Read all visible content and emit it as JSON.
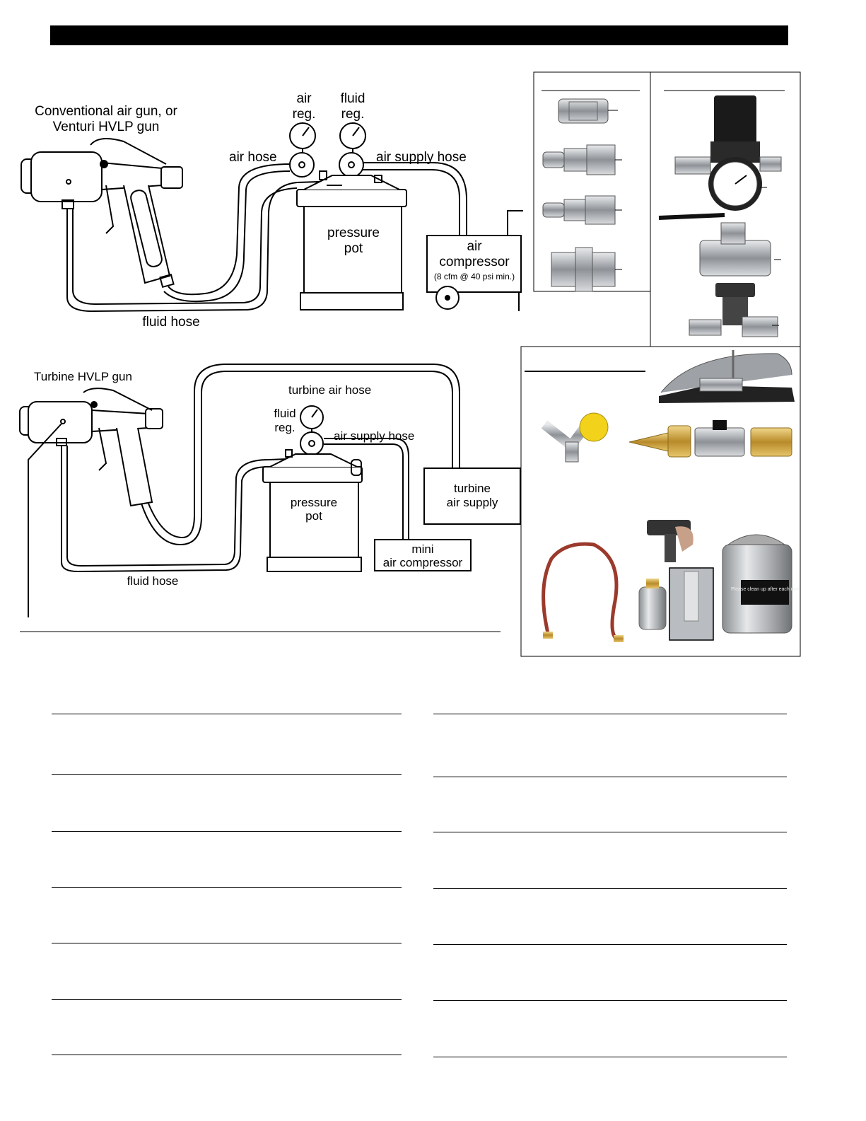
{
  "diagram1": {
    "gun_label_line1": "Conventional air gun, or",
    "gun_label_line2": "Venturi HVLP gun",
    "air_reg_line1": "air",
    "air_reg_line2": "reg.",
    "fluid_reg_line1": "fluid",
    "fluid_reg_line2": "reg.",
    "air_hose": "air hose",
    "air_supply_hose": "air supply hose",
    "pressure_pot_line1": "pressure",
    "pressure_pot_line2": "pot",
    "compressor_line1": "air",
    "compressor_line2": "compressor",
    "compressor_spec": "(8 cfm @ 40 psi min.)",
    "fluid_hose": "fluid hose"
  },
  "diagram2": {
    "gun_label": "Turbine HVLP gun",
    "turbine_air_hose": "turbine air hose",
    "fluid_reg_line1": "fluid",
    "fluid_reg_line2": "reg.",
    "air_supply_hose": "air supply hose",
    "pressure_pot_line1": "pressure",
    "pot_line2": "pot",
    "turbine_line1": "turbine",
    "turbine_line2": "air supply",
    "mini_line1": "mini",
    "mini_line2": "air compressor",
    "fluid_hose": "fluid hose"
  },
  "photo_panel": {
    "label_text": "Please clean up after each use"
  },
  "colors": {
    "ink": "#000000",
    "brass": "#c9a23a",
    "chrome": "#b9bcc0",
    "hose_red": "#9b3a2c",
    "cap_yellow": "#f2d21a"
  }
}
